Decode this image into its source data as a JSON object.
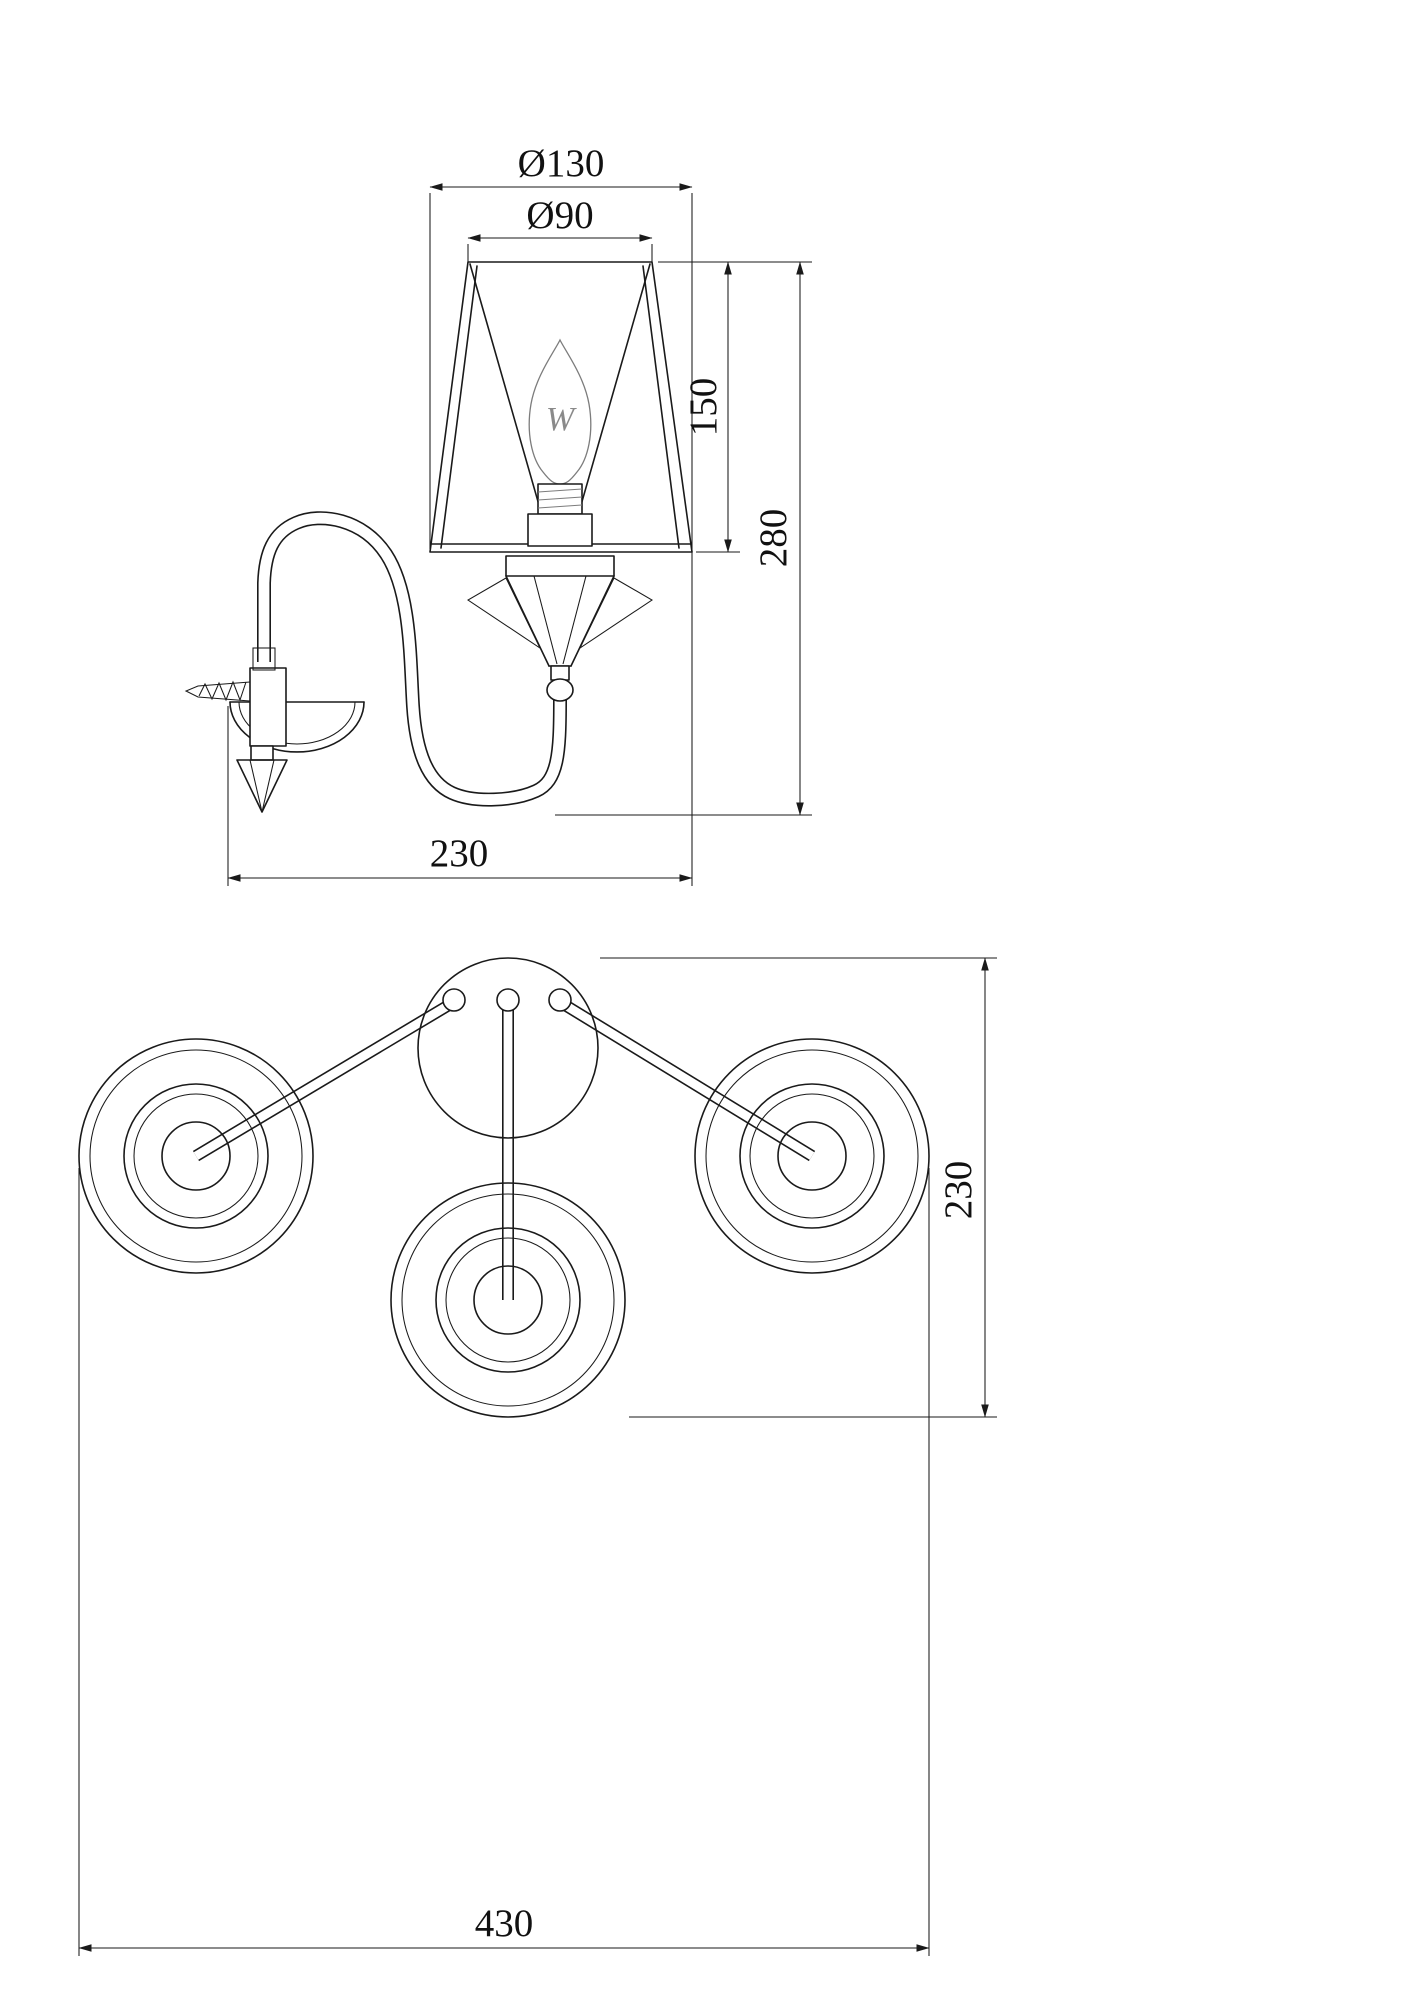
{
  "drawing": {
    "side_view": {
      "dim_shade_bottom_diameter": "Ø130",
      "dim_shade_top_diameter": "Ø90",
      "dim_shade_height": "150",
      "dim_total_height": "280",
      "dim_wall_projection": "230",
      "bulb_marking": "W"
    },
    "plan_view": {
      "dim_overall_width": "430",
      "dim_overall_depth": "230"
    },
    "colors": {
      "line": "#1a1a1a",
      "background": "#ffffff"
    }
  }
}
